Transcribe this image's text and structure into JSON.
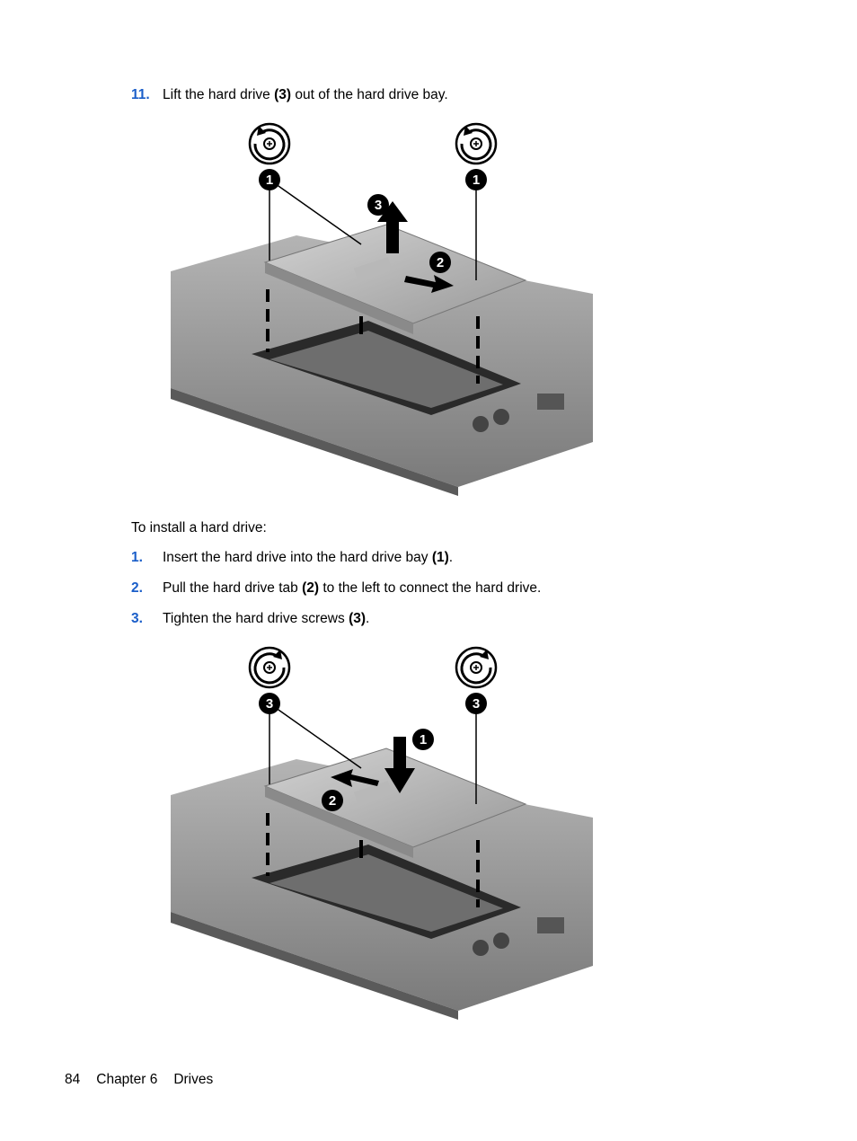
{
  "step_11": {
    "number": "11.",
    "pre": "Lift the hard drive ",
    "bold": "(3)",
    "post": " out of the hard drive bay."
  },
  "intro": "To install a hard drive:",
  "install_steps": [
    {
      "number": "1.",
      "pre": "Insert the hard drive into the hard drive bay ",
      "bold": "(1)",
      "post": "."
    },
    {
      "number": "2.",
      "pre": "Pull the hard drive tab ",
      "bold": "(2)",
      "post": " to the left to connect the hard drive."
    },
    {
      "number": "3.",
      "pre": "Tighten the hard drive screws ",
      "bold": "(3)",
      "post": "."
    }
  ],
  "figure_removal": {
    "callouts": [
      "1",
      "1",
      "3",
      "2"
    ],
    "icons": [
      "screw-loosen-icon",
      "screw-loosen-icon"
    ]
  },
  "figure_install": {
    "callouts": [
      "3",
      "3",
      "1",
      "2"
    ],
    "icons": [
      "screw-tighten-icon",
      "screw-tighten-icon"
    ]
  },
  "footer": {
    "page_number": "84",
    "chapter": "Chapter 6",
    "section": "Drives"
  },
  "colors": {
    "step_number": "#1a5ec9",
    "text": "#000000"
  }
}
